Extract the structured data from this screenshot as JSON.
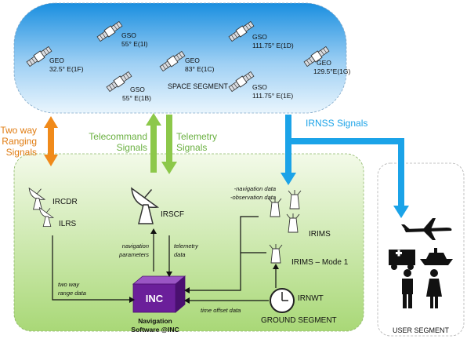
{
  "space_segment": {
    "title": "SPACE SEGMENT",
    "satellites": [
      {
        "type": "GEO",
        "position": "32.5° E(1F)"
      },
      {
        "type": "GSO",
        "position": "55° E(1I)"
      },
      {
        "type": "GSO",
        "position": "55° E(1B)"
      },
      {
        "type": "GEO",
        "position": "83° E(1C)"
      },
      {
        "type": "GSO",
        "position": "111.75° E(1D)"
      },
      {
        "type": "GSO",
        "position": "111.75° E(1E)"
      },
      {
        "type": "GEO",
        "position": "129.5°E(1G)"
      }
    ]
  },
  "links": {
    "ranging": [
      "Two way",
      "Ranging",
      "Signals"
    ],
    "telecommand": [
      "Telecommand",
      "Signals"
    ],
    "telemetry": [
      "Telemetry",
      "Signals"
    ],
    "irnss": "IRNSS  Signals"
  },
  "ground_segment": {
    "title": "GROUND SEGMENT",
    "ircdr": "IRCDR",
    "ilrs": "ILRS",
    "irscf": "IRSCF",
    "irims": "IRIMS",
    "irims_mode1": "IRIMS – Mode 1",
    "irnwt": "IRNWT",
    "inc": "INC",
    "inc_caption": [
      "Navigation",
      "Software @INC"
    ],
    "annotations": {
      "nav_obs": [
        "-navigation data",
        "-observation data"
      ],
      "navigation_parameters": [
        "navigation",
        "parameters"
      ],
      "telemetry_data": [
        "telemetry",
        "data"
      ],
      "two_way_range": [
        "two way",
        "range data"
      ],
      "time_offset": "time offset data"
    }
  },
  "user_segment": {
    "title": "USER SEGMENT"
  },
  "colors": {
    "space_fill_top": "#1a8fe0",
    "ground_fill": "#b8de88",
    "ranging_arrow": "#f08a1a",
    "telecom_arrow": "#8cc84a",
    "irnss_arrow": "#1ba3e8",
    "link_text_orange": "#e07b10",
    "link_text_green": "#6ab040",
    "inc_box": "#6b1f9a"
  }
}
